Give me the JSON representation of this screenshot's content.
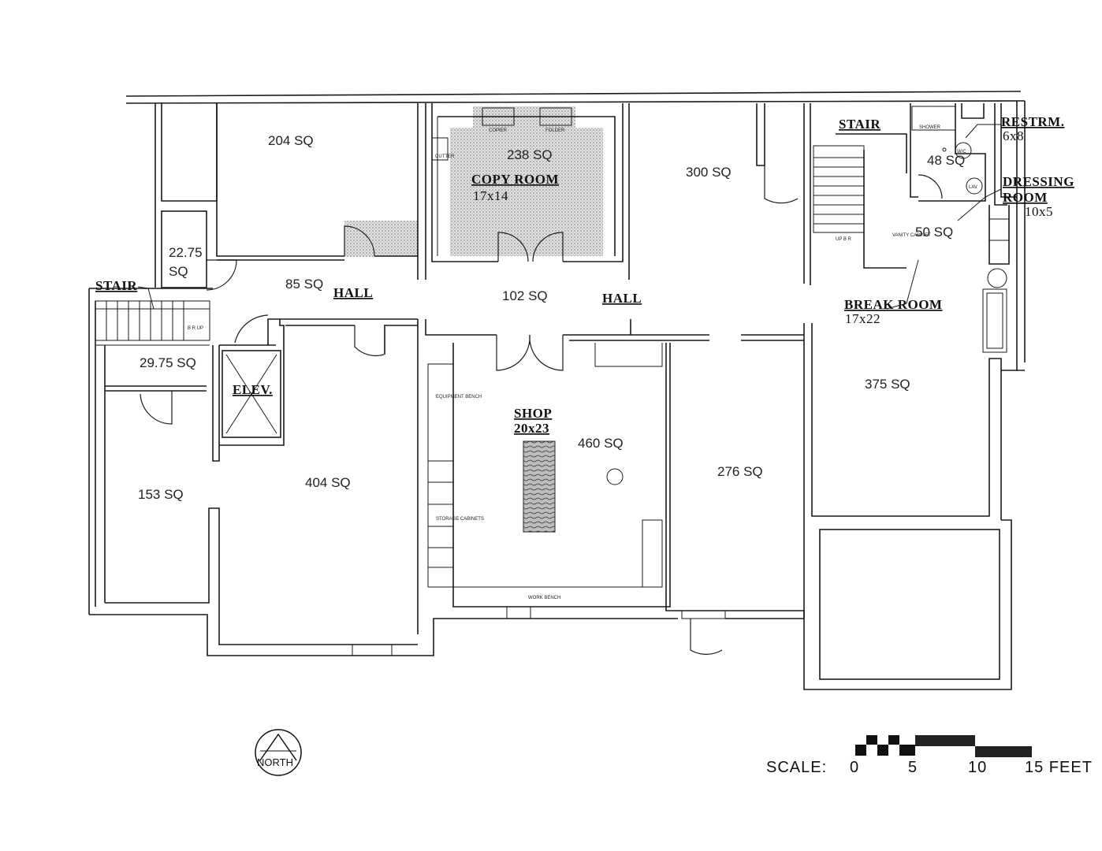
{
  "rooms": {
    "r204": "204 SQ",
    "r238": "238 SQ",
    "r300": "300 SQ",
    "r48": "48 SQ",
    "r50": "50 SQ",
    "r22_a": "22.75",
    "r22_b": "SQ",
    "r85": "85 SQ",
    "r102": "102 SQ",
    "r29": "29.75 SQ",
    "r460": "460 SQ",
    "r276": "276 SQ",
    "r375": "375 SQ",
    "r153": "153 SQ",
    "r404": "404 SQ"
  },
  "labels": {
    "copy_room": "COPY ROOM",
    "copy_room_dim": "17x14",
    "stair_right": "STAIR",
    "restroom": "RESTRM.",
    "restroom_dim": "6x8",
    "dressing_1": "DRESSING",
    "dressing_2": "ROOM",
    "dressing_dim": "10x5",
    "break_room": "BREAK ROOM",
    "break_room_dim": "17x22",
    "stair_left": "STAIR",
    "hall_left": "HALL",
    "hall_right": "HALL",
    "elevator": "ELEV.",
    "shop": "SHOP",
    "shop_dim": "20x23"
  },
  "fixtures": {
    "copier": "COPIER",
    "folder": "FOLDER",
    "cutter": "CUTTER",
    "shower": "SHOWER",
    "wc": "W/C",
    "lav": "LAV",
    "vanity": "VANITY CABINET",
    "equipment_bench": "EQUIPMENT BENCH",
    "storage_cabinets": "STORAGE CABINETS",
    "work_bench": "WORK BENCH",
    "stair_marks_right": "UP  B R",
    "stair_marks_left": "B R UP"
  },
  "compass": {
    "label": "NORTH"
  },
  "scale": {
    "label": "SCALE:",
    "ticks": [
      "0",
      "5",
      "10",
      "15 FEET"
    ]
  }
}
